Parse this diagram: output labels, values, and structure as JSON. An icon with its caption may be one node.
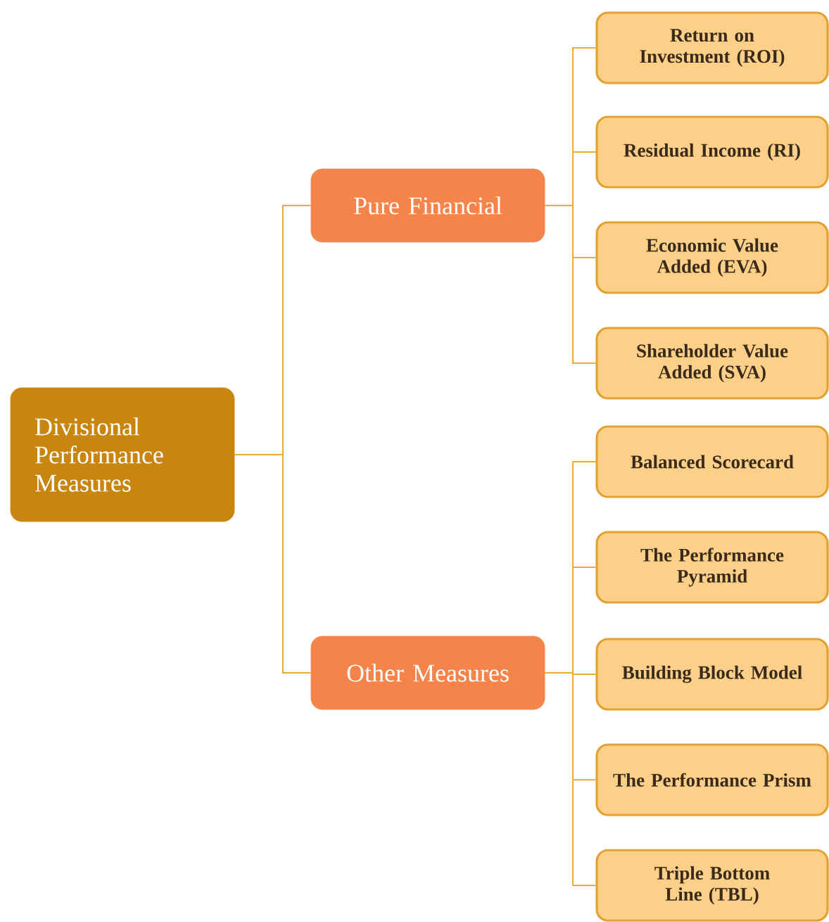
{
  "diagram": {
    "nodes": [
      {
        "text": [
          "Divisional Performance Measures"
        ]
      },
      {
        "text": [
          "Pure Financial"
        ]
      },
      {
        "text": [
          "Other Measures"
        ]
      },
      {
        "text": [
          "Return on Investment (ROI)"
        ]
      },
      {
        "text": [
          "Residual Income (RI)"
        ]
      },
      {
        "text": [
          "Economic Value Added (EVA)"
        ]
      },
      {
        "text": [
          "Shareholder Value Added (SVA)"
        ]
      },
      {
        "text": [
          "Balanced Scorecard"
        ]
      },
      {
        "text": [
          "The Performance Pyramid"
        ]
      },
      {
        "text": [
          "Building Block Model"
        ]
      },
      {
        "text": [
          "The Performance Prism"
        ]
      },
      {
        "text": [
          "Triple Bottom Line (TBL)"
        ]
      }
    ],
    "edges": [
      {
        "from": 0,
        "to": 1,
        "arrow": "none"
      },
      {
        "from": 0,
        "to": 2,
        "arrow": "none"
      },
      {
        "from": 1,
        "to": 3,
        "arrow": "none"
      },
      {
        "from": 1,
        "to": 4,
        "arrow": "none"
      },
      {
        "from": 1,
        "to": 5,
        "arrow": "none"
      },
      {
        "from": 1,
        "to": 6,
        "arrow": "none"
      },
      {
        "from": 2,
        "to": 7,
        "arrow": "none"
      },
      {
        "from": 2,
        "to": 8,
        "arrow": "none"
      },
      {
        "from": 2,
        "to": 9,
        "arrow": "none"
      },
      {
        "from": 2,
        "to": 10,
        "arrow": "none"
      },
      {
        "from": 2,
        "to": 11,
        "arrow": "none"
      }
    ]
  }
}
